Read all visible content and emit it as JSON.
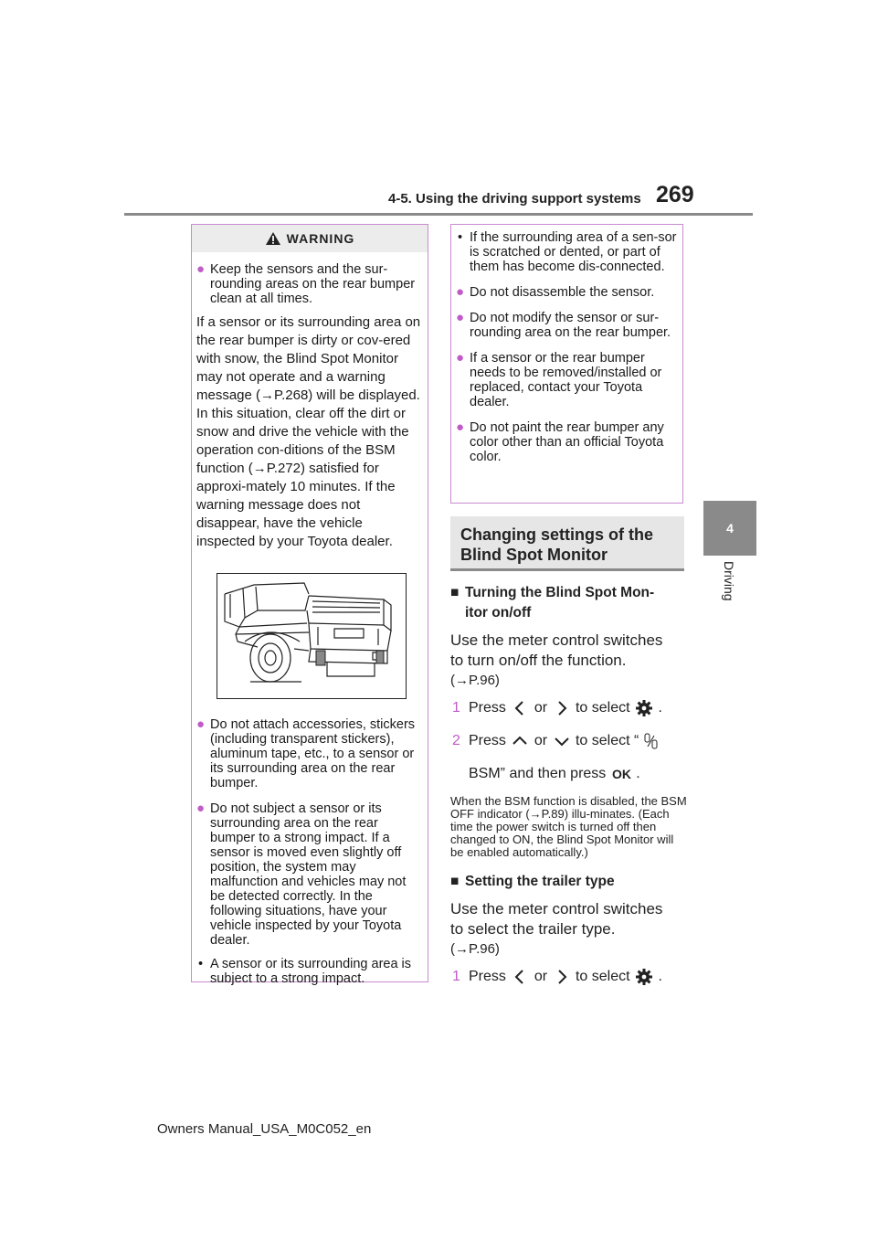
{
  "header": {
    "section_title": "4-5. Using the driving support systems",
    "page_number": "269"
  },
  "side_tab": {
    "chapter_number": "4",
    "chapter_label": "Driving"
  },
  "warning": {
    "title": "WARNING",
    "bullet1": "Keep the sensors and the sur-rounding areas on the rear bumper clean at all times.",
    "paragraph": "If a sensor or its surrounding area on the rear bumper is dirty or cov-ered with snow, the Blind Spot Monitor may not operate and a warning message (→P.268) will be displayed. In this situation, clear off the dirt or snow and drive the vehicle with the operation con-ditions of the BSM function (→P.272) satisfied for approxi-mately 10 minutes. If the warning message does not disappear, have the vehicle inspected by your Toyota dealer.",
    "bullet2": "Do not attach accessories, stickers (including transparent stickers), aluminum tape, etc., to a sensor or its surrounding area on the rear bumper.",
    "bullet3": "Do not subject a sensor or its surrounding area on the rear bumper to a strong impact. If a sensor is moved even slightly off position, the system may malfunction and vehicles may not be detected correctly. In the following situations, have your vehicle inspected by your Toyota dealer.",
    "sub1": "A sensor or its surrounding area is subject to a strong impact."
  },
  "warning_cont": {
    "sub2": "If the surrounding area of a sen-sor is scratched or dented, or part of them has become dis-connected.",
    "bullet4": "Do not disassemble the sensor.",
    "bullet5": "Do not modify the sensor or sur-rounding area on the rear bumper.",
    "bullet6": "If a sensor or the rear bumper needs to be removed/installed or replaced, contact your Toyota dealer.",
    "bullet7": "Do not paint the rear bumper any color other than an official Toyota color."
  },
  "section": {
    "title_line1": "Changing settings of the",
    "title_line2": "Blind Spot Monitor"
  },
  "turning": {
    "heading_line1": "Turning the Blind Spot Mon-",
    "heading_line2": "itor on/off",
    "body_line1": "Use the meter control switches",
    "body_line2": "to turn on/off the function.",
    "body_ref": "(→P.96)",
    "step1_num": "1",
    "step1_a": "Press",
    "step1_or": "or",
    "step1_b": "to select",
    "step1_end": ".",
    "step2_num": "2",
    "step2_a": "Press",
    "step2_or": "or",
    "step2_b": "to select “",
    "step2_c": "BSM” and then press",
    "step2_end": ".",
    "note": "When the BSM function is disabled, the BSM OFF indicator (→P.89) illu-minates. (Each time the power switch is turned off then changed to ON, the Blind Spot Monitor will be enabled automatically.)"
  },
  "trailer": {
    "heading": "Setting the trailer type",
    "body_line1": "Use the meter control switches",
    "body_line2": "to select the trailer type.",
    "body_ref": "(→P.96)",
    "step1_num": "1",
    "step1_a": "Press",
    "step1_or": "or",
    "step1_b": "to select",
    "step1_end": "."
  },
  "footer": {
    "text": "Owners Manual_USA_M0C052_en"
  },
  "icons": {
    "bullet_glyph": "●",
    "dash_glyph": "•",
    "square_glyph": "■",
    "accent_color": "#c05cc8"
  }
}
